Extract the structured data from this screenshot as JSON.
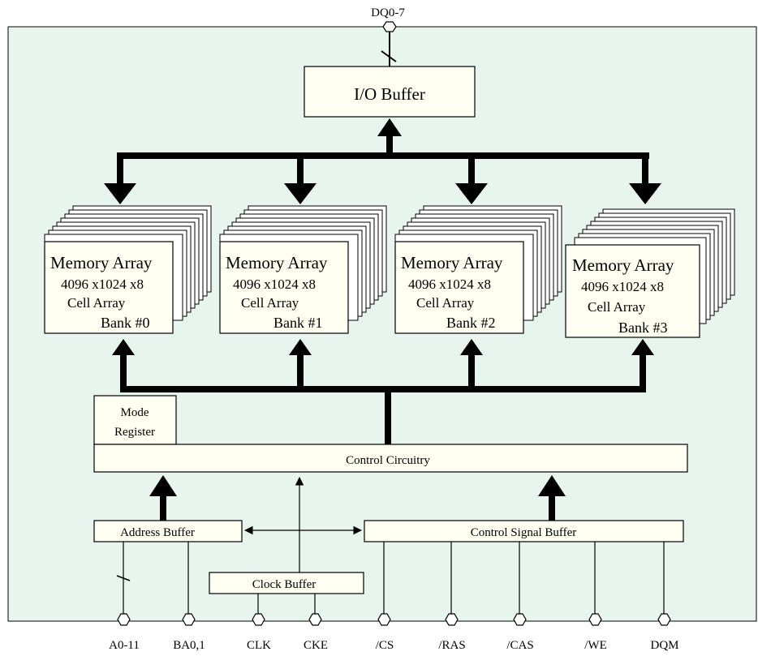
{
  "top_pin": "DQ0-7",
  "io_buffer": "I/O Buffer",
  "banks": [
    {
      "title": "Memory Array",
      "size": "4096 x1024 x8",
      "type": "Cell Array",
      "bank": "Bank #0"
    },
    {
      "title": "Memory Array",
      "size": "4096 x1024 x8",
      "type": "Cell Array",
      "bank": "Bank #1"
    },
    {
      "title": "Memory Array",
      "size": "4096 x1024 x8",
      "type": "Cell Array",
      "bank": "Bank #2"
    },
    {
      "title": "Memory Array",
      "size": "4096 x1024 x8",
      "type": "Cell Array",
      "bank": "Bank #3"
    }
  ],
  "mode_register": {
    "line1": "Mode",
    "line2": "Register"
  },
  "control_circuitry": "Control Circuitry",
  "address_buffer": "Address Buffer",
  "control_signal_buffer": "Control Signal Buffer",
  "clock_buffer": "Clock Buffer",
  "pins": [
    "A0-11",
    "BA0,1",
    "CLK",
    "CKE",
    "/CS",
    "/RAS",
    "/CAS",
    "/WE",
    "DQM"
  ],
  "colors": {
    "chip_bg": "#e8f4ee",
    "block_fill": "#fffff2",
    "line": "#000000"
  }
}
